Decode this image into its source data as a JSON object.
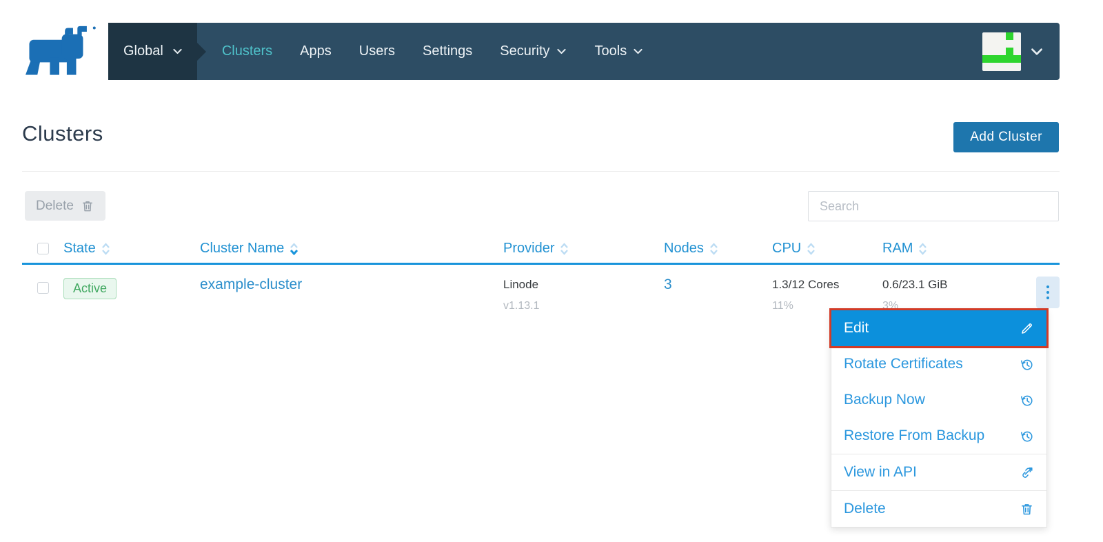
{
  "colors": {
    "nav_background": "#2d4d64",
    "nav_environment_background": "#1e3443",
    "nav_active_link_teal": "#4fc2ca",
    "brand_logo_blue": "#1b6fb5",
    "link_blue": "#2b8ecb",
    "table_header_blue": "#2191d2",
    "table_header_underline": "#1894db",
    "primary_button_blue": "#1e76ad",
    "menu_highlight_blue": "#0c90dc",
    "annotation_red": "#d23b27",
    "badge_green_text": "#40a860",
    "badge_green_background": "#e9f7ee",
    "avatar_green": "#2ed52e"
  },
  "nav": {
    "environment": "Global",
    "items": [
      {
        "label": "Clusters",
        "active": true
      },
      {
        "label": "Apps"
      },
      {
        "label": "Users"
      },
      {
        "label": "Settings"
      },
      {
        "label": "Security",
        "has_dropdown": true
      },
      {
        "label": "Tools",
        "has_dropdown": true
      }
    ]
  },
  "page": {
    "title": "Clusters",
    "add_cluster_button": "Add Cluster"
  },
  "toolbar": {
    "delete_button": "Delete",
    "search_placeholder": "Search"
  },
  "table": {
    "columns": [
      {
        "label": "State"
      },
      {
        "label": "Cluster Name",
        "sorted": "desc"
      },
      {
        "label": "Provider"
      },
      {
        "label": "Nodes"
      },
      {
        "label": "CPU"
      },
      {
        "label": "RAM"
      }
    ],
    "rows": [
      {
        "state": "Active",
        "cluster_name": "example-cluster",
        "provider": "Linode",
        "provider_version": "v1.13.1",
        "nodes": "3",
        "cpu": "1.3/12 Cores",
        "cpu_used_percent": "11%",
        "ram": "0.6/23.1 GiB",
        "ram_used_percent": "3%"
      }
    ]
  },
  "row_menu": {
    "items": [
      {
        "label": "Edit",
        "icon": "pencil-icon",
        "highlighted": true
      },
      {
        "label": "Rotate Certificates",
        "icon": "history-icon"
      },
      {
        "label": "Backup Now",
        "icon": "history-icon"
      },
      {
        "label": "Restore From Backup",
        "icon": "history-icon"
      },
      {
        "label": "View in API",
        "icon": "external-link-icon"
      },
      {
        "label": "Delete",
        "icon": "trash-icon"
      }
    ]
  }
}
